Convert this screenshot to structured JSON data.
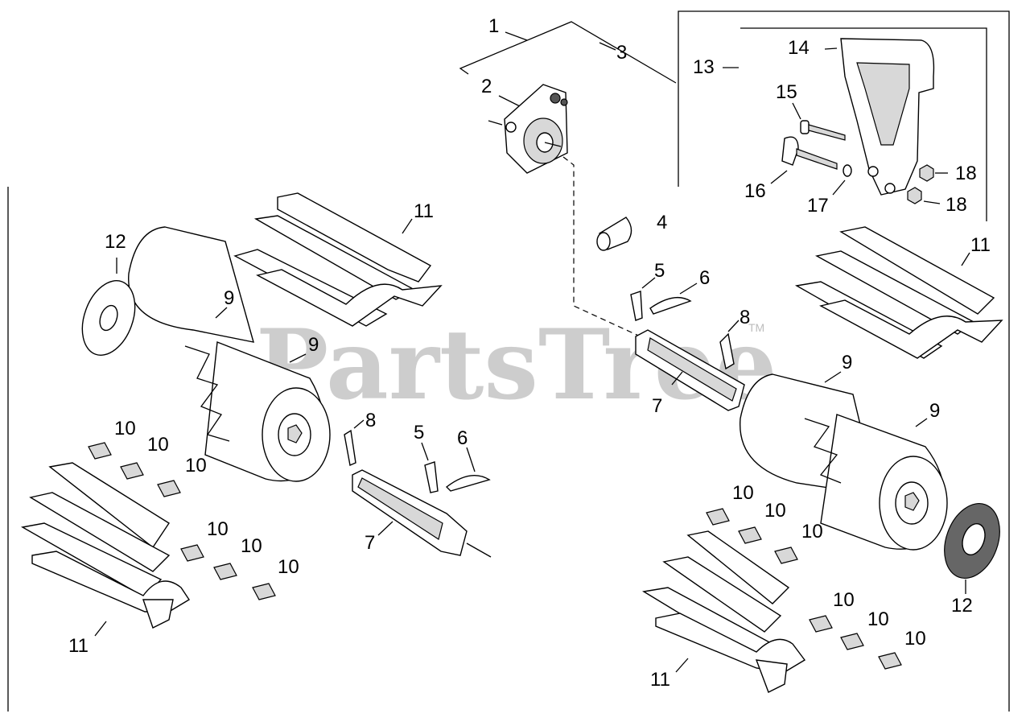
{
  "watermark": {
    "text": "PartsTree",
    "mark": "TM"
  },
  "callouts": [
    {
      "id": "c1",
      "text": "1"
    },
    {
      "id": "c2",
      "text": "2"
    },
    {
      "id": "c3",
      "text": "3"
    },
    {
      "id": "c4",
      "text": "4"
    },
    {
      "id": "c5a",
      "text": "5"
    },
    {
      "id": "c5b",
      "text": "5"
    },
    {
      "id": "c6a",
      "text": "6"
    },
    {
      "id": "c6b",
      "text": "6"
    },
    {
      "id": "c7a",
      "text": "7"
    },
    {
      "id": "c7b",
      "text": "7"
    },
    {
      "id": "c8a",
      "text": "8"
    },
    {
      "id": "c8b",
      "text": "8"
    },
    {
      "id": "c9a",
      "text": "9"
    },
    {
      "id": "c9b",
      "text": "9"
    },
    {
      "id": "c9c",
      "text": "9"
    },
    {
      "id": "c9d",
      "text": "9"
    },
    {
      "id": "c10a",
      "text": "10"
    },
    {
      "id": "c10b",
      "text": "10"
    },
    {
      "id": "c10c",
      "text": "10"
    },
    {
      "id": "c10d",
      "text": "10"
    },
    {
      "id": "c10e",
      "text": "10"
    },
    {
      "id": "c10f",
      "text": "10"
    },
    {
      "id": "c10g",
      "text": "10"
    },
    {
      "id": "c10h",
      "text": "10"
    },
    {
      "id": "c10i",
      "text": "10"
    },
    {
      "id": "c10j",
      "text": "10"
    },
    {
      "id": "c10k",
      "text": "10"
    },
    {
      "id": "c10l",
      "text": "10"
    },
    {
      "id": "c11a",
      "text": "11"
    },
    {
      "id": "c11b",
      "text": "11"
    },
    {
      "id": "c11c",
      "text": "11"
    },
    {
      "id": "c11d",
      "text": "11"
    },
    {
      "id": "c12a",
      "text": "12"
    },
    {
      "id": "c12b",
      "text": "12"
    },
    {
      "id": "c13",
      "text": "13"
    },
    {
      "id": "c14",
      "text": "14"
    },
    {
      "id": "c15",
      "text": "15"
    },
    {
      "id": "c16",
      "text": "16"
    },
    {
      "id": "c17",
      "text": "17"
    },
    {
      "id": "c18a",
      "text": "18"
    },
    {
      "id": "c18b",
      "text": "18"
    }
  ]
}
